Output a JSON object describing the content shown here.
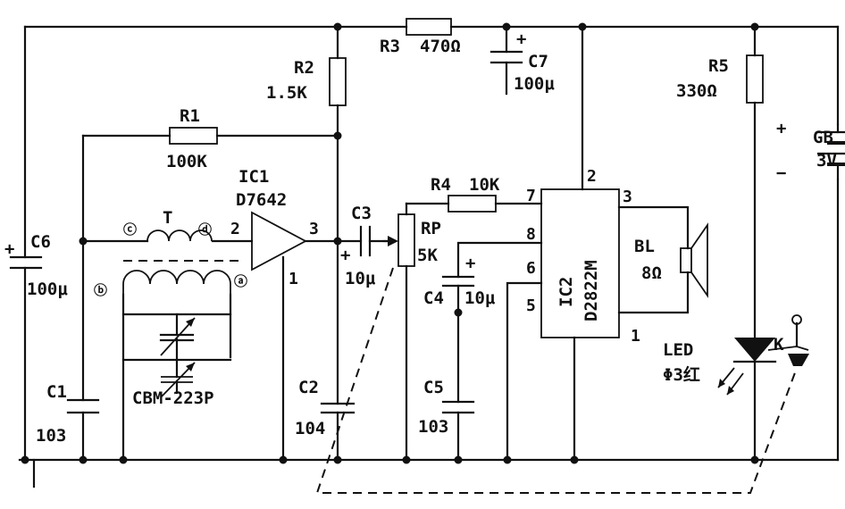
{
  "components": {
    "r1": {
      "ref": "R1",
      "value": "100K"
    },
    "r2": {
      "ref": "R2",
      "value": "1.5K"
    },
    "r3": {
      "ref": "R3",
      "value": "470Ω"
    },
    "r4": {
      "ref": "R4",
      "value": "10K"
    },
    "r5": {
      "ref": "R5",
      "value": "330Ω"
    },
    "rp": {
      "ref": "RP",
      "value": "5K"
    },
    "c1": {
      "ref": "C1",
      "value": "103"
    },
    "c2": {
      "ref": "C2",
      "value": "104"
    },
    "c3": {
      "ref": "C3",
      "value": "10μ"
    },
    "c4": {
      "ref": "C4",
      "value": "10μ"
    },
    "c5": {
      "ref": "C5",
      "value": "103"
    },
    "c6": {
      "ref": "C6",
      "value": "100μ"
    },
    "c7": {
      "ref": "C7",
      "value": "100μ"
    },
    "ic1": {
      "ref": "IC1",
      "part": "D7642",
      "pins": [
        "2",
        "3",
        "1"
      ]
    },
    "ic2": {
      "ref": "IC2",
      "part": "D2822M",
      "pins": [
        "2",
        "3",
        "7",
        "8",
        "6",
        "5",
        "1"
      ]
    },
    "t": {
      "ref": "T",
      "tap_c": "ⓒ",
      "tap_d": "ⓓ",
      "tap_b": "ⓑ",
      "tap_a": "ⓐ"
    },
    "tuner": {
      "ref": "CBM-223P"
    },
    "bl": {
      "ref": "BL",
      "value": "8Ω"
    },
    "gb": {
      "ref": "GB",
      "value": "3V",
      "plus": "+",
      "minus": "−"
    },
    "led": {
      "ref": "LED",
      "value": "Φ3红"
    },
    "k": {
      "ref": "K"
    }
  },
  "polarity": {
    "c6": "+",
    "c7": "+",
    "c3": "+",
    "c4": "+"
  }
}
